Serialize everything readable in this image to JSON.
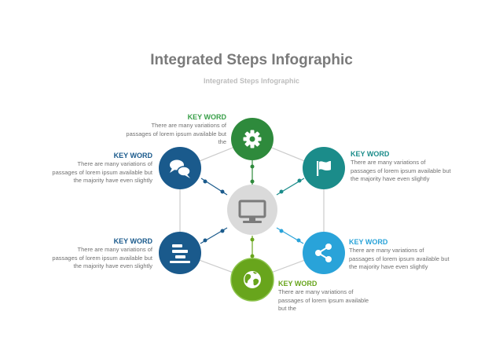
{
  "title": "Integrated Steps Infographic",
  "subtitle": "Integrated Steps Infographic",
  "center_icon": "monitor-icon",
  "steps": [
    {
      "keyword": "KEY WORD",
      "text": "There are many variations of passages of lorem ipsum available but the",
      "icon": "gear-icon",
      "color": "#2e8a3c"
    },
    {
      "keyword": "KEY WORD",
      "text": "There are many variations of passages of lorem ipsum available but the majority have even slightly",
      "icon": "flag-icon",
      "color": "#1b8c8a"
    },
    {
      "keyword": "KEY WORD",
      "text": "There are many variations of passages of lorem ipsum available but the majority have even slightly",
      "icon": "share-icon",
      "color": "#29a3d9"
    },
    {
      "keyword": "KEY WORD",
      "text": "There are many variations of passages of lorem ipsum available but the",
      "icon": "globe-icon",
      "color": "#68a51c"
    },
    {
      "keyword": "KEY WORD",
      "text": "There are many variations of passages of lorem ipsum available but the majority have even slightly",
      "icon": "list-icon",
      "color": "#1a5a8c"
    },
    {
      "keyword": "KEY WORD",
      "text": "There are many variations of passages of lorem ipsum available but the majority have even slightly",
      "icon": "chat-icon",
      "color": "#1a5a8c"
    }
  ]
}
